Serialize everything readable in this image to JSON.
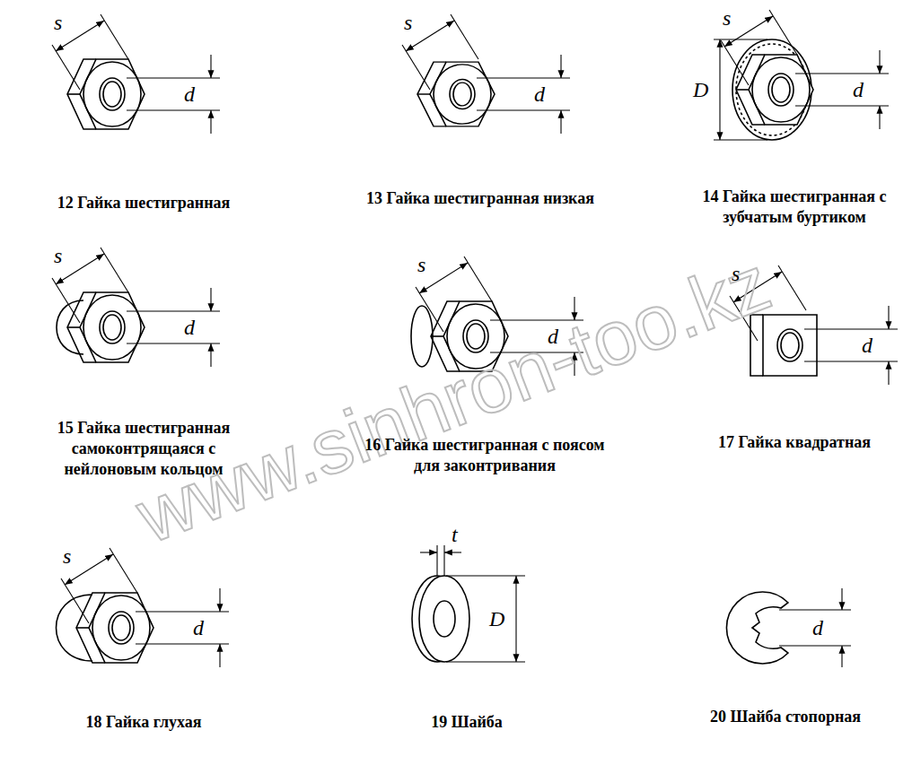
{
  "diagram": {
    "labels": [
      "s",
      "d",
      "12 Гайка шестигранная",
      "s",
      "d",
      "13 Гайка шестигранная низкая",
      "s",
      "D",
      "d",
      "14 Гайка шестигранная с зубчатым буртиком",
      "s",
      "d",
      "15 Гайка шестигранная самоконтрящаяся с нейлоновым кольцом",
      "s",
      "d",
      "16 Гайка шестигранная с поясом для законтривания",
      "s",
      "d",
      "17 Гайка квадратная",
      "s",
      "d",
      "18 Гайка глухая",
      "t",
      "D",
      "19 Шайба",
      "d",
      "20 Шайба стопорная",
      "www.sinhron-too.kz"
    ]
  }
}
